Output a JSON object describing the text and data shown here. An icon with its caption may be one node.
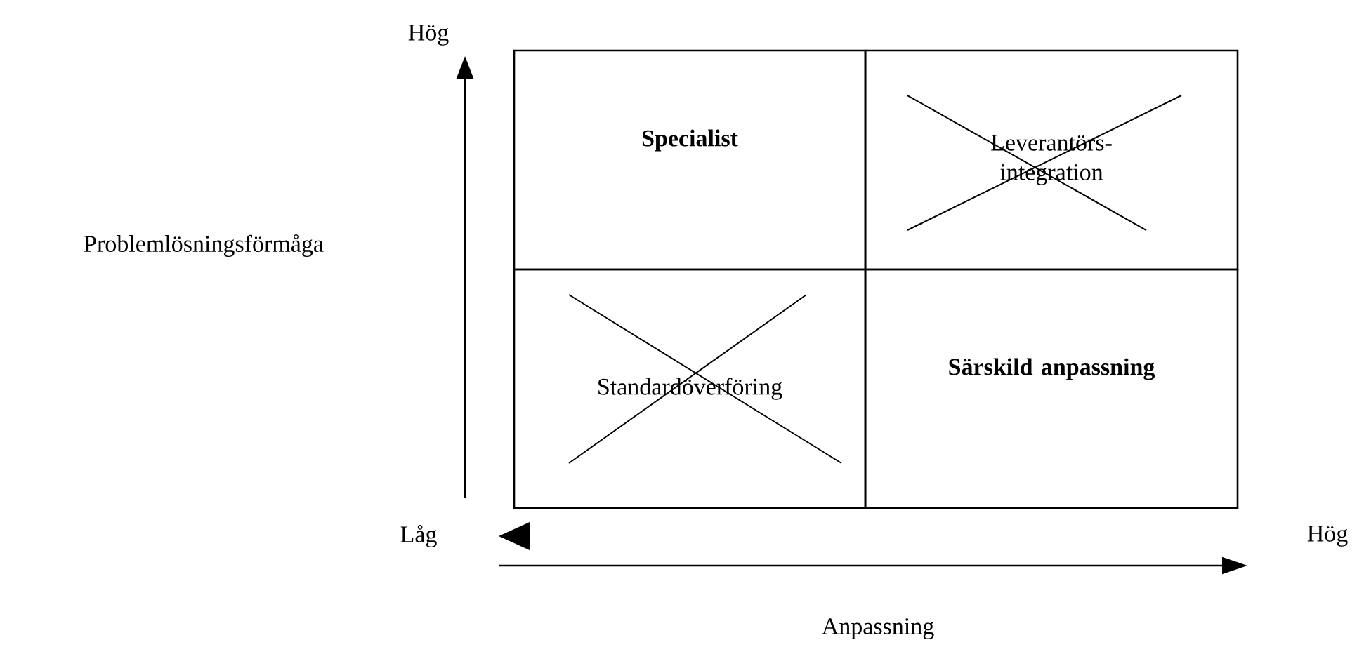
{
  "diagram": {
    "nodes": [
      {
        "text": [
          "Specialist"
        ]
      },
      {
        "text": [
          "Leverantörs- integration"
        ]
      },
      {
        "text": [
          "Standardöverföring"
        ]
      },
      {
        "text": [
          "Särskild anpassning"
        ]
      }
    ],
    "labels": [
      "Hög",
      "Problemlösningsförmåga",
      "Låg",
      "Hög",
      "Anpassning"
    ]
  }
}
